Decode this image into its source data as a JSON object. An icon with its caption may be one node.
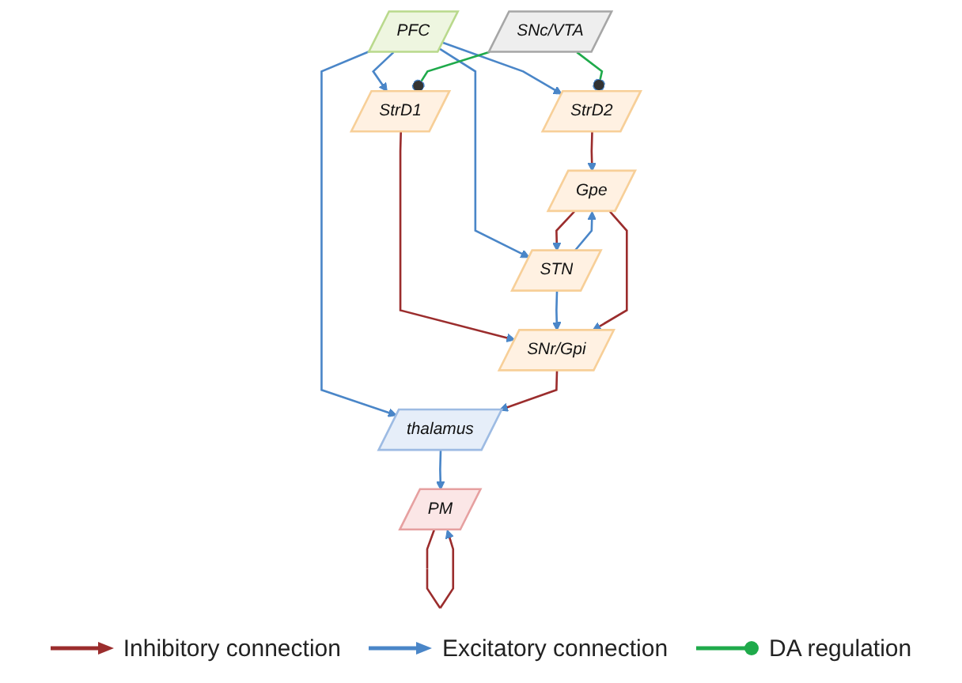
{
  "diagram": {
    "nodes": [
      {
        "text": [
          "PFC"
        ]
      },
      {
        "text": [
          "PM"
        ]
      },
      {
        "text": [
          "SNc/VTA"
        ]
      },
      {
        "text": [
          "StrD1"
        ]
      },
      {
        "text": [
          "StrD2"
        ]
      },
      {
        "text": [
          "thalamus"
        ]
      },
      {
        "text": [
          "STN"
        ]
      },
      {
        "text": [
          "Gpe"
        ]
      },
      {
        "text": [
          "SNr/Gpi"
        ]
      }
    ],
    "edges": [
      {
        "from": 0,
        "to": 3,
        "arrow": "to"
      },
      {
        "from": 0,
        "to": 6,
        "arrow": "to"
      },
      {
        "from": 0,
        "to": 4,
        "arrow": "to"
      },
      {
        "from": 0,
        "to": 5,
        "arrow": "to"
      },
      {
        "from": 2,
        "to": 3,
        "arrow": "other",
        "color": "#1faa4b"
      },
      {
        "from": 2,
        "to": 4,
        "arrow": "other",
        "color": "#1faa4b"
      },
      {
        "from": 3,
        "to": 8,
        "arrow": "to",
        "color": "#9b2d2d"
      },
      {
        "from": 4,
        "to": 7,
        "arrow": "to",
        "color": "#9b2d2d"
      },
      {
        "from": 6,
        "to": 7,
        "arrow": "to"
      },
      {
        "from": 7,
        "to": 6,
        "arrow": "to",
        "color": "#9b2d2d"
      },
      {
        "from": 6,
        "to": 8,
        "arrow": "to"
      },
      {
        "from": 7,
        "to": 8,
        "arrow": "to",
        "color": "#9b2d2d"
      },
      {
        "from": 8,
        "to": 5,
        "arrow": "to",
        "color": "#9b2d2d"
      },
      {
        "from": 5,
        "to": 1,
        "arrow": "to"
      },
      {
        "from": 1,
        "to": 1,
        "arrow": "to",
        "color": "#9b2d2d"
      }
    ],
    "legend": [
      {
        "text": "Inhibitory connection"
      },
      {
        "text": "Excitatory connection"
      },
      {
        "text": "DA regulation"
      }
    ]
  }
}
